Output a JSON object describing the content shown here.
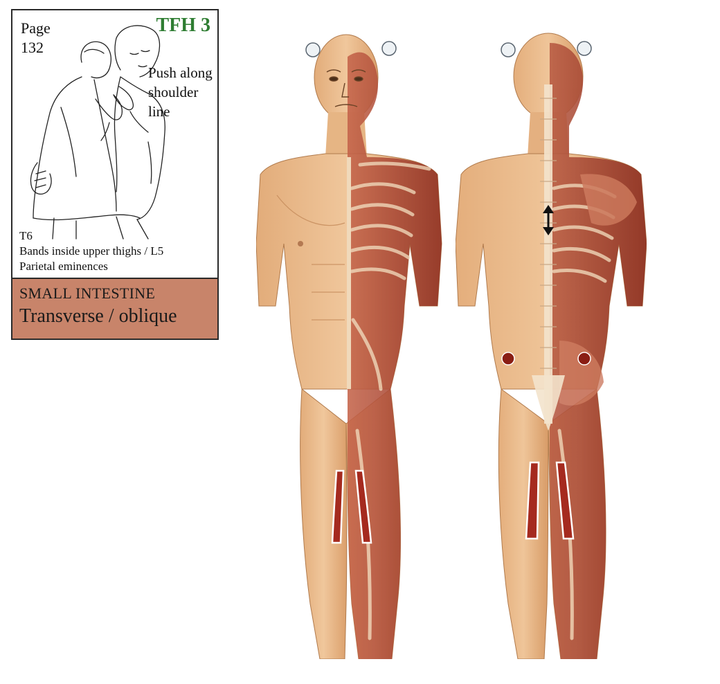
{
  "card": {
    "page_line1": "Page",
    "page_line2": "132",
    "tfh_label": "TFH 3",
    "instruction_lines": [
      "Push along",
      "shoulder",
      "line"
    ],
    "points": [
      "T6",
      "Bands inside upper thighs / L5",
      "Parietal eminences"
    ],
    "organ": "SMALL INTESTINE",
    "muscle": "Transverse / oblique",
    "colors": {
      "organ_band": "#c8846a",
      "tfh_text": "#2e7d32"
    }
  },
  "figures": {
    "front_view": {
      "markers": [
        "parietal-point-left",
        "parietal-point-right",
        "thigh-band-left",
        "thigh-band-right"
      ]
    },
    "back_view": {
      "markers": [
        "parietal-point-left",
        "parietal-point-right",
        "t6-arrow",
        "l5-point-left",
        "l5-point-right",
        "thigh-band-left",
        "thigh-band-right"
      ]
    },
    "colors": {
      "skin": "#e8b888",
      "muscle": "#a8402e",
      "band": "#a52a1f",
      "bone": "#f1dcc0"
    }
  }
}
